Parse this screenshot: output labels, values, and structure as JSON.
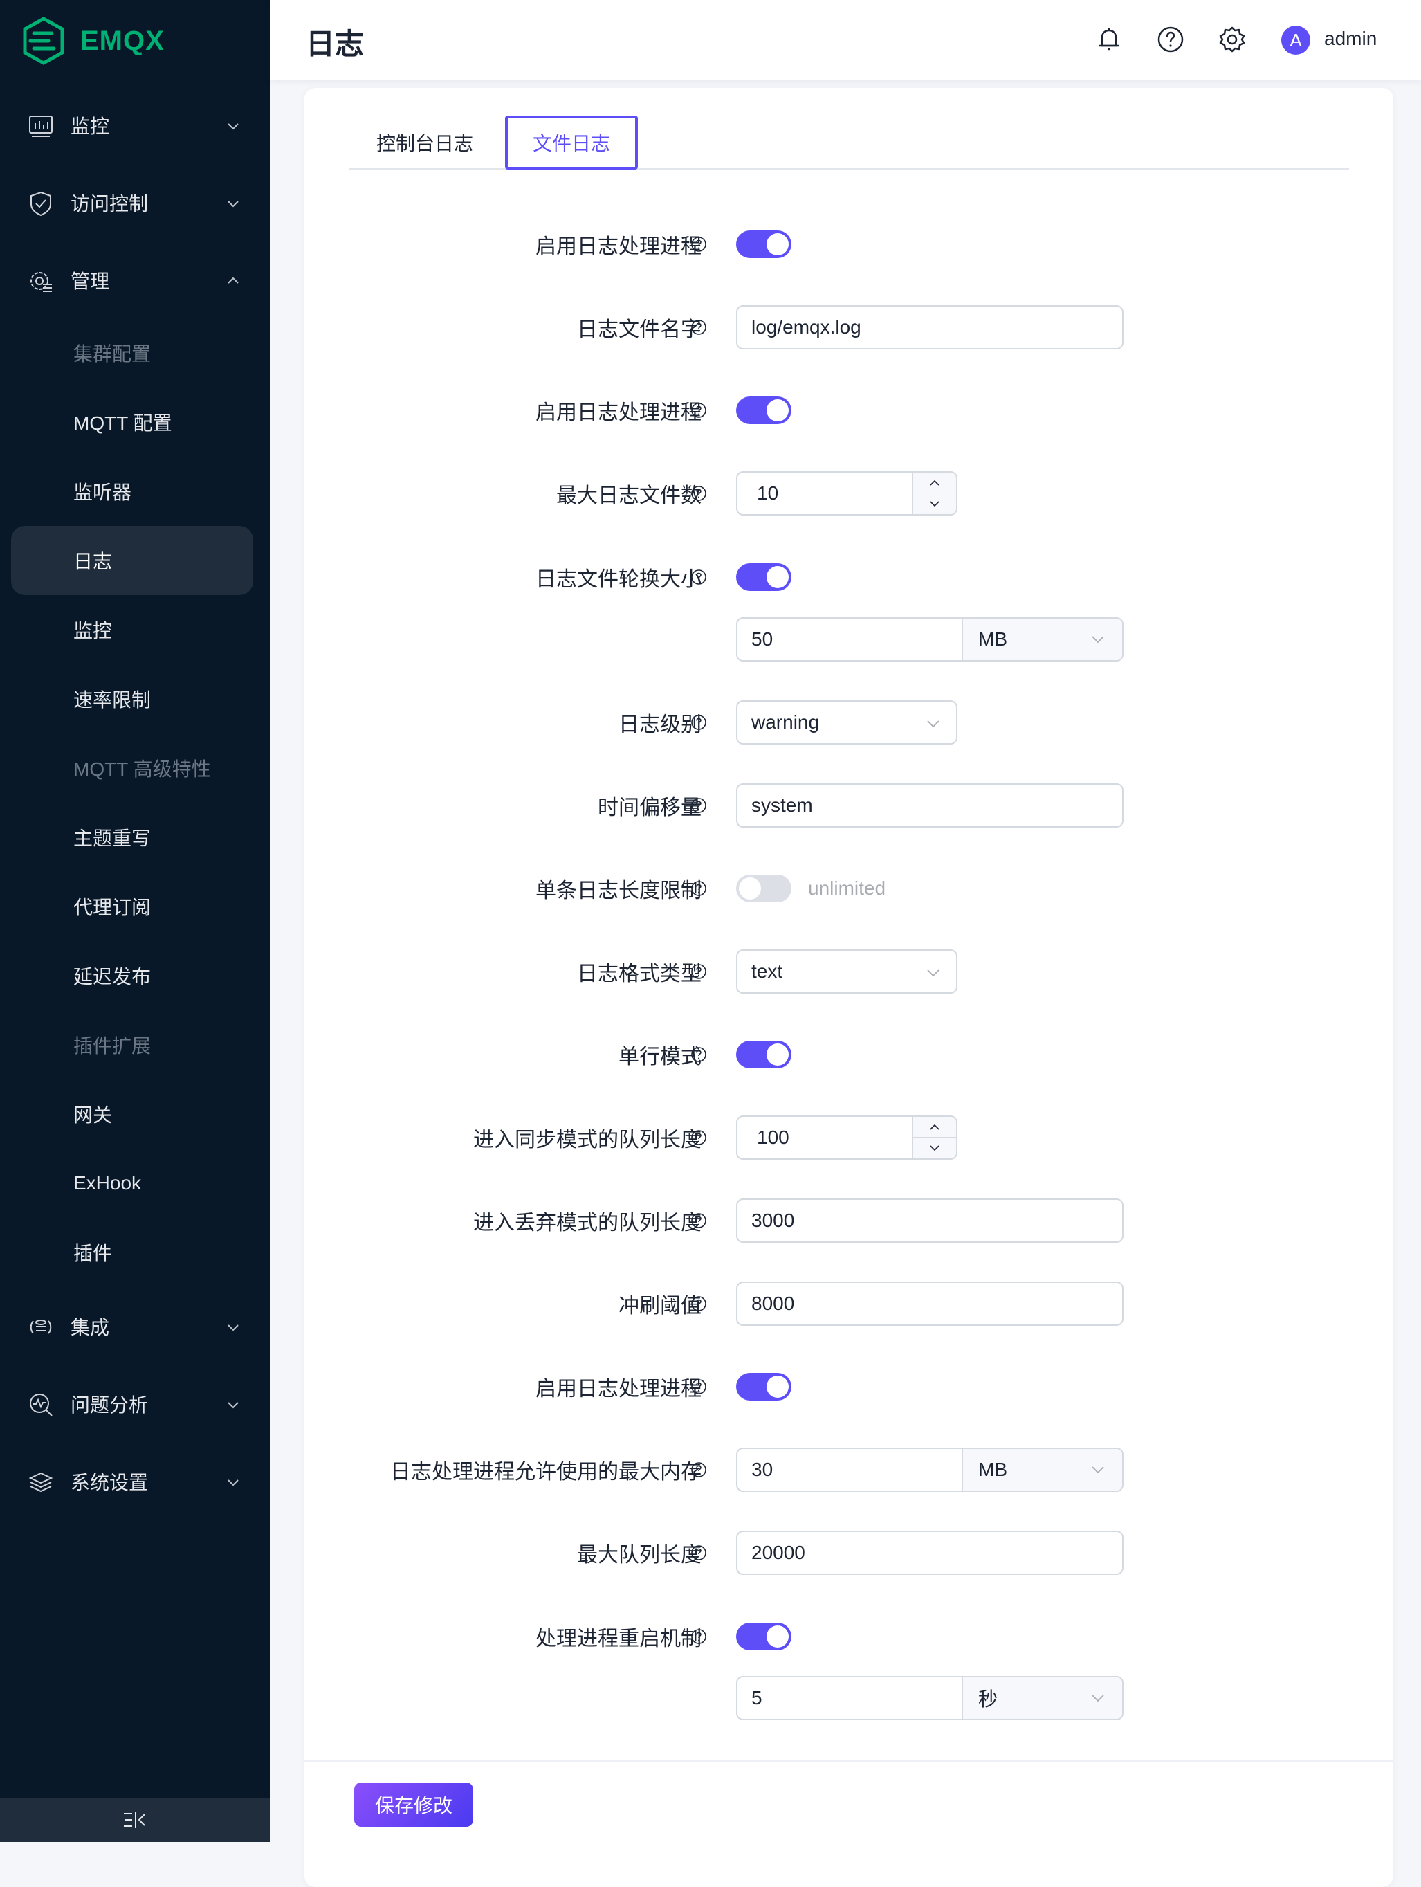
{
  "brand": {
    "name": "EMQX",
    "color": "#00b173"
  },
  "sidebar": {
    "groups": [
      {
        "label": "监控",
        "icon": "monitor-chart-icon",
        "expanded": false
      },
      {
        "label": "访问控制",
        "icon": "shield-check-icon",
        "expanded": false
      },
      {
        "label": "管理",
        "icon": "gear-list-icon",
        "expanded": true
      },
      {
        "label": "集成",
        "icon": "database-sync-icon",
        "expanded": false
      },
      {
        "label": "问题分析",
        "icon": "pulse-search-icon",
        "expanded": false
      },
      {
        "label": "系统设置",
        "icon": "layers-icon",
        "expanded": false
      }
    ],
    "management_items": [
      {
        "label": "集群配置",
        "dim": true
      },
      {
        "label": "MQTT 配置"
      },
      {
        "label": "监听器"
      },
      {
        "label": "日志",
        "active": true
      },
      {
        "label": "监控"
      },
      {
        "label": "速率限制"
      },
      {
        "label": "MQTT 高级特性",
        "dim": true
      },
      {
        "label": "主题重写"
      },
      {
        "label": "代理订阅"
      },
      {
        "label": "延迟发布"
      },
      {
        "label": "插件扩展",
        "dim": true
      },
      {
        "label": "网关"
      },
      {
        "label": "ExHook"
      },
      {
        "label": "插件"
      }
    ],
    "collapse_icon": "collapse-sidebar-icon"
  },
  "header": {
    "title": "日志",
    "avatar_initial": "A",
    "username": "admin",
    "icons": [
      "bell-icon",
      "help-icon",
      "gear-icon"
    ]
  },
  "tabs": [
    {
      "label": "控制台日志",
      "active": false
    },
    {
      "label": "文件日志",
      "active": true
    }
  ],
  "form": {
    "enable_handler_1": {
      "label": "启用日志处理进程",
      "value": true
    },
    "file_name": {
      "label": "日志文件名字",
      "value": "log/emqx.log"
    },
    "enable_handler_2": {
      "label": "启用日志处理进程",
      "value": true
    },
    "max_files": {
      "label": "最大日志文件数",
      "value": "10"
    },
    "rotation_size": {
      "label": "日志文件轮换大小",
      "enabled": true,
      "value": "50",
      "unit": "MB"
    },
    "level": {
      "label": "日志级别",
      "value": "warning"
    },
    "time_offset": {
      "label": "时间偏移量",
      "value": "system"
    },
    "max_depth": {
      "label": "单条日志长度限制",
      "enabled": false,
      "text": "unlimited"
    },
    "formatter": {
      "label": "日志格式类型",
      "value": "text"
    },
    "single_line": {
      "label": "单行模式",
      "value": true
    },
    "sync_mode_qlen": {
      "label": "进入同步模式的队列长度",
      "value": "100"
    },
    "drop_mode_qlen": {
      "label": "进入丢弃模式的队列长度",
      "value": "3000"
    },
    "flush_qlen": {
      "label": "冲刷阈值",
      "value": "8000"
    },
    "overload_kill": {
      "label": "启用日志处理进程",
      "value": true
    },
    "overload_kill_mem": {
      "label": "日志处理进程允许使用的最大内存",
      "value": "30",
      "unit": "MB"
    },
    "overload_kill_qlen": {
      "label": "最大队列长度",
      "value": "20000"
    },
    "burst_restart": {
      "label": "处理进程重启机制",
      "enabled": true,
      "value": "5",
      "unit": "秒"
    }
  },
  "footer": {
    "save_label": "保存修改"
  },
  "colors": {
    "accent": "#5d4ef8",
    "sidebar_bg": "#081828",
    "sidebar_active": "#1f2d3c"
  }
}
